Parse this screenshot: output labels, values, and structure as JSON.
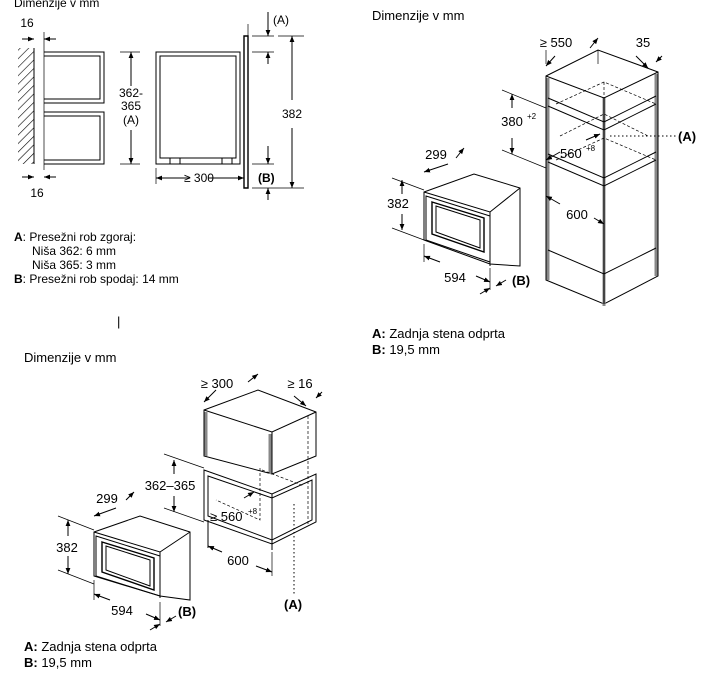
{
  "diagram1": {
    "title": "Dimenzije v mm",
    "dim_16_top": "16",
    "dim_16_bottom": "16",
    "dim_362_365": "362-\n365",
    "dim_362_line1": "362-",
    "dim_362_line2": "365",
    "dim_a_side": "(A)",
    "dim_300": "≥ 300",
    "dim_382": "382",
    "marker_a": "(A)",
    "marker_b": "(B)",
    "notes": [
      {
        "key": "A",
        "text": ": Presežni rob zgoraj:"
      },
      {
        "key": "",
        "text": "Niša 362: 6 mm"
      },
      {
        "key": "",
        "text": "Niša 365: 3 mm"
      },
      {
        "key": "B",
        "text": ": Presežni rob spodaj: 14 mm"
      }
    ]
  },
  "diagram2": {
    "title": "Dimenzije v mm",
    "dim_550": "≥ 550",
    "dim_35": "35",
    "dim_380": "380",
    "dim_380_tol": "+2",
    "dim_560": "560",
    "dim_560_tol": "+8",
    "dim_600": "600",
    "dim_299": "299",
    "dim_382": "382",
    "dim_594": "594",
    "marker_a": "(A)",
    "marker_b": "(B)",
    "note_a_key": "A:",
    "note_a_text": " Zadnja stena odprta",
    "note_b_key": "B:",
    "note_b_text": " 19,5 mm"
  },
  "separator": "|",
  "diagram3": {
    "title": "Dimenzije v mm",
    "dim_300": "≥ 300",
    "dim_16": "≥ 16",
    "dim_362_365": "362–365",
    "dim_560": "≥ 560",
    "dim_560_tol": "+8",
    "dim_600": "600",
    "dim_299": "299",
    "dim_382": "382",
    "dim_594": "594",
    "marker_a": "(A)",
    "marker_b": "(B)",
    "note_a_key": "A:",
    "note_a_text": " Zadnja stena odprta",
    "note_b_key": "B:",
    "note_b_text": " 19,5 mm"
  }
}
